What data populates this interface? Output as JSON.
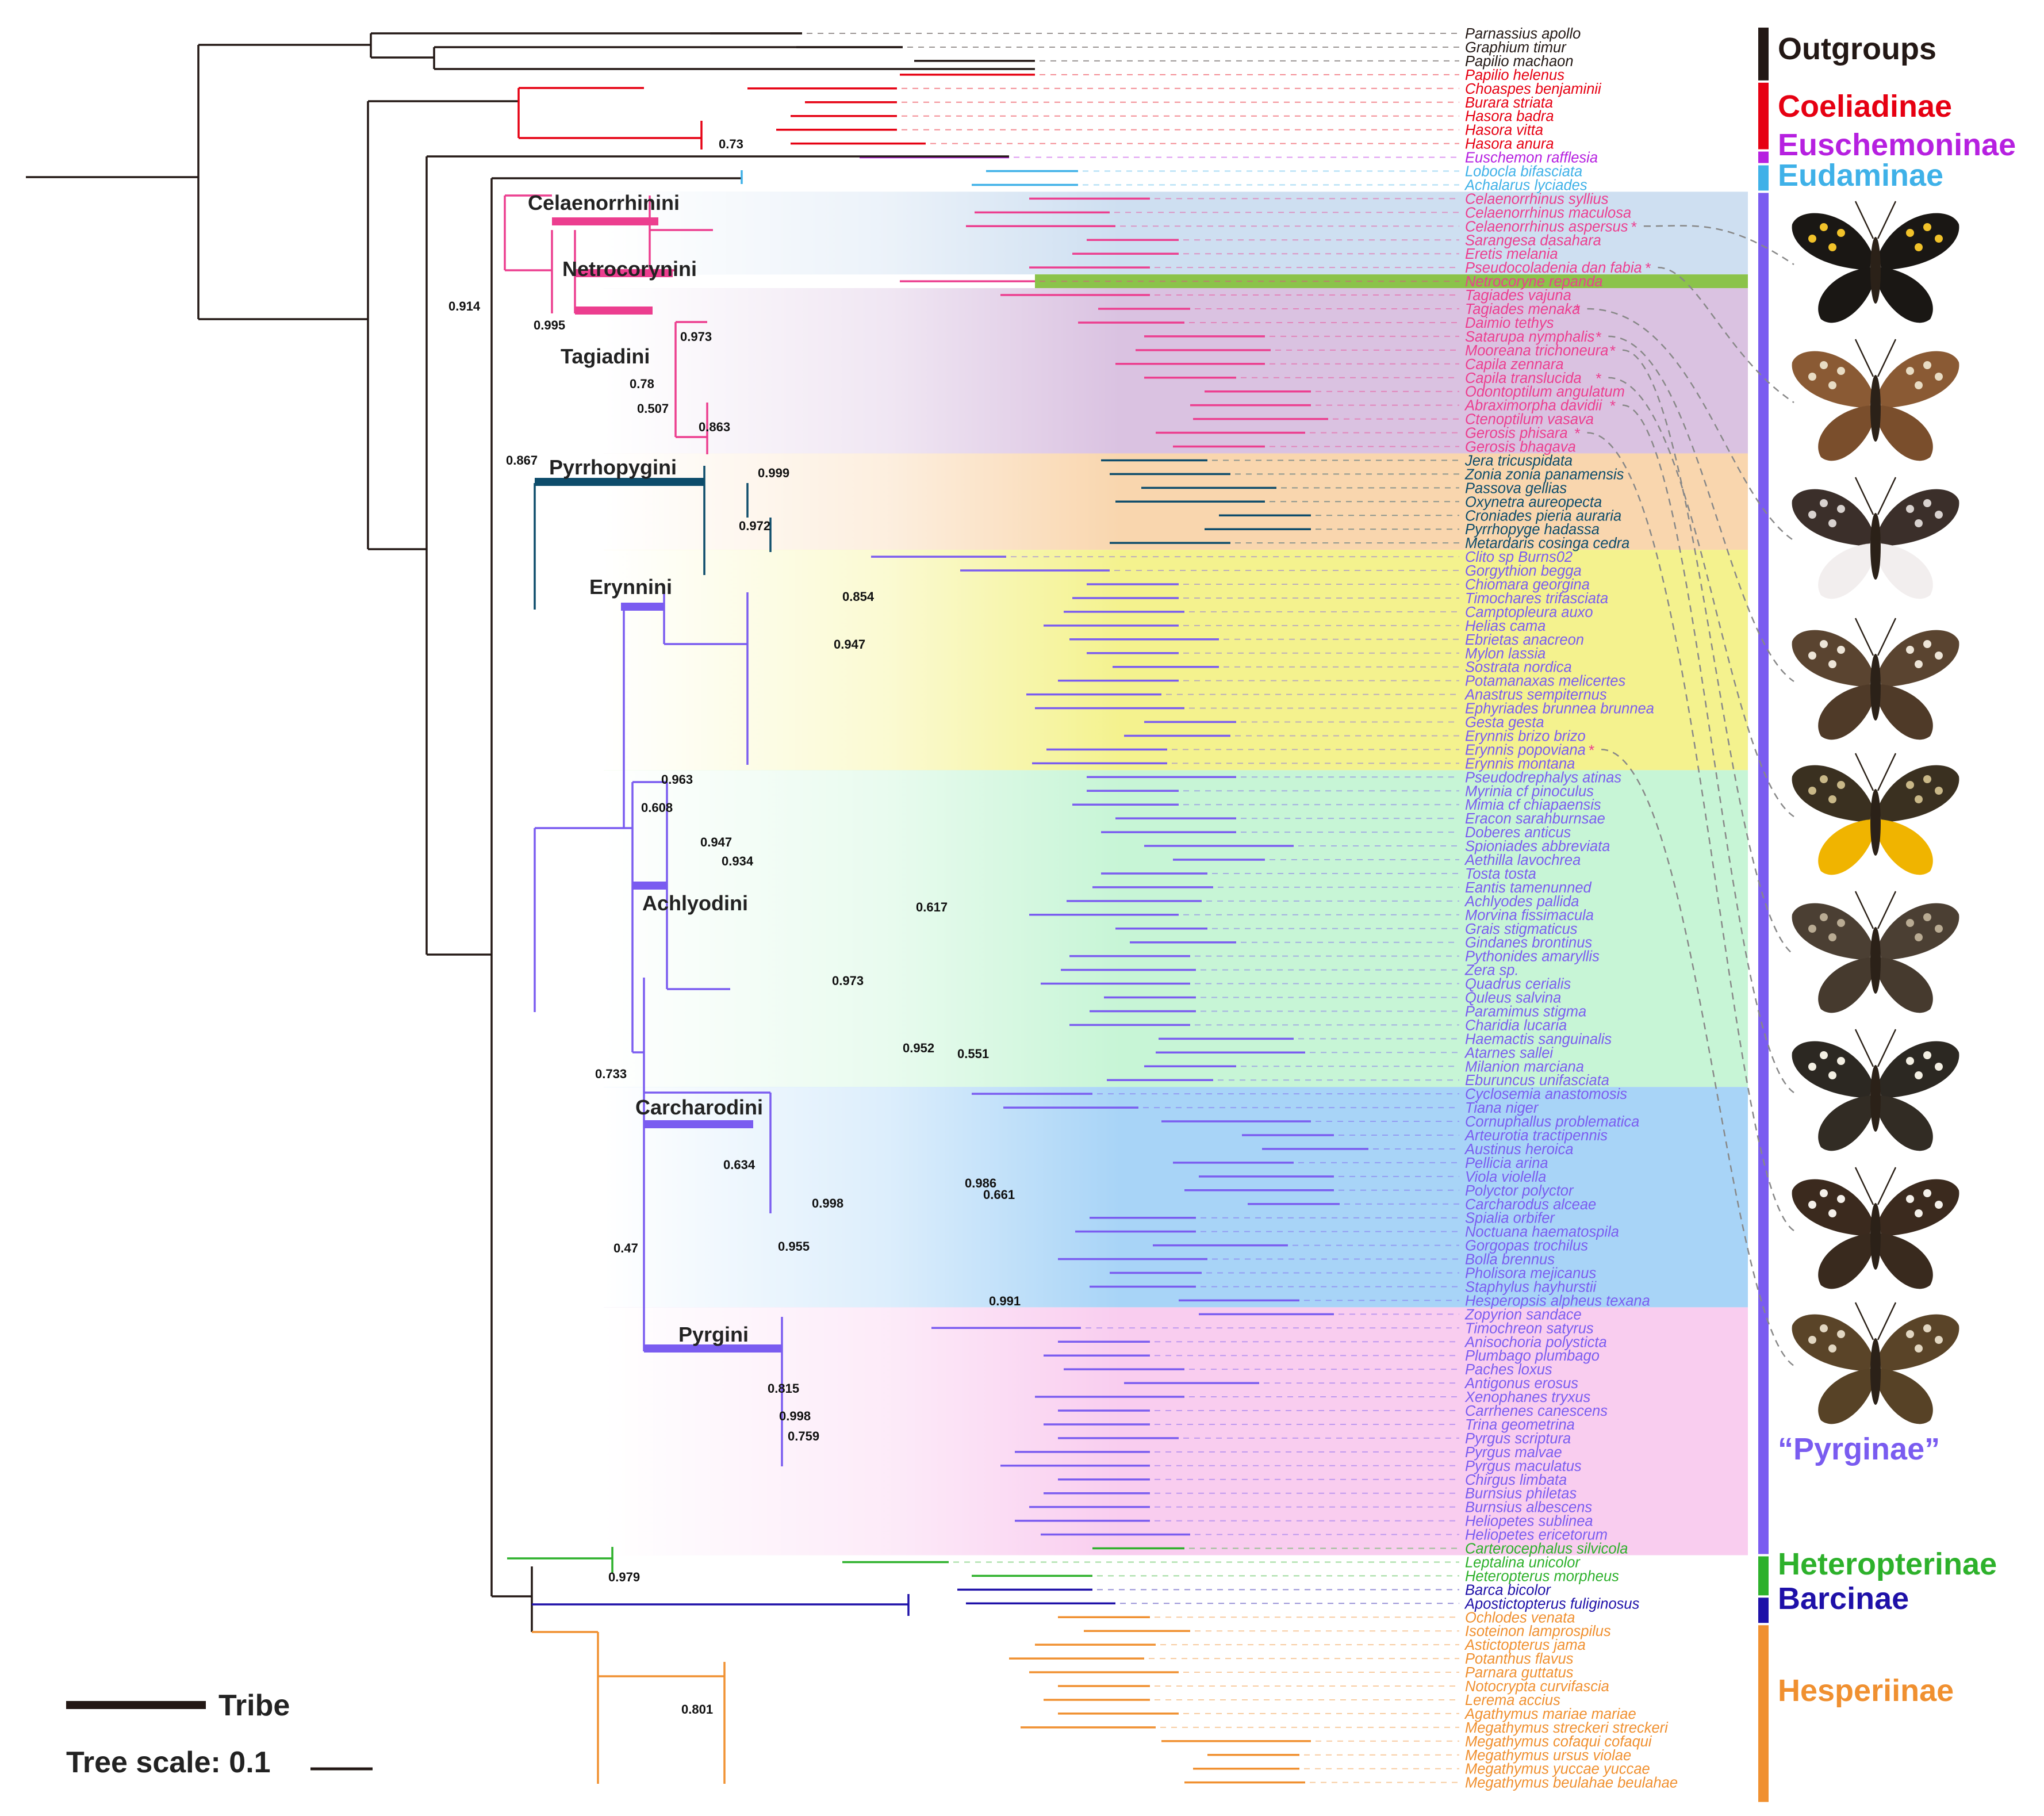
{
  "figure": {
    "legend": {
      "tribe": "Tribe",
      "scale": "Tree scale: 0.1"
    },
    "colors": {
      "outgroup": "#231815",
      "coeliadinae": "#e60012",
      "euschemoninae": "#b620e0",
      "eudaminae": "#3fb1e8",
      "pyrginae_ss": "#ec3e8f",
      "pyrrhopygini": "#0d4c6b",
      "pyrginae": "#7a5cf0",
      "heteropterinae": "#2db12b",
      "barcinae": "#1e10a8",
      "hesperiinae": "#f09030",
      "netrocoryne_band": "#8bc34a"
    },
    "clades": [
      {
        "label": "Outgroups",
        "color": "#231815",
        "from": 0,
        "to": 3
      },
      {
        "label": "Coeliadinae",
        "color": "#e60012",
        "from": 4,
        "to": 8
      },
      {
        "label": "Euschemoninae",
        "color": "#b620e0",
        "from": 9,
        "to": 9
      },
      {
        "label": "Eudaminae",
        "color": "#3fb1e8",
        "from": 10,
        "to": 11
      },
      {
        "label": "“Pyrginae”",
        "color": "#7a5cf0",
        "from": 12,
        "to": 110
      },
      {
        "label": "Heteropterinae",
        "color": "#2db12b",
        "from": 111,
        "to": 113
      },
      {
        "label": "Barcinae",
        "color": "#1e10a8",
        "from": 114,
        "to": 115
      },
      {
        "label": "Hesperiinae",
        "color": "#f09030",
        "from": 116,
        "to": 128
      }
    ],
    "tribes": [
      {
        "name": "Celaenorrhinini",
        "bg": "#c6d9ee",
        "from": 12,
        "to": 17
      },
      {
        "name": "Netrocorynini",
        "bg": "#8bc34a",
        "from": 18,
        "to": 18
      },
      {
        "name": "Tagiadini",
        "bg": "#d4b7dc",
        "from": 19,
        "to": 30
      },
      {
        "name": "Pyrrhopygini",
        "bg": "#f8cfa0",
        "from": 31,
        "to": 37
      },
      {
        "name": "Erynnini",
        "bg": "#f2f07a",
        "from": 38,
        "to": 53
      },
      {
        "name": "Achlyodini",
        "bg": "#bdf3cf",
        "from": 54,
        "to": 76
      },
      {
        "name": "Carcharodini",
        "bg": "#99ccf6",
        "from": 77,
        "to": 92
      },
      {
        "name": "Pyrgini",
        "bg": "#f8c4ec",
        "from": 93,
        "to": 110
      }
    ],
    "taxa": [
      {
        "name": "Parnassius apollo",
        "color": "#231815"
      },
      {
        "name": "Graphium timur",
        "color": "#231815"
      },
      {
        "name": "Papilio machaon",
        "color": "#231815"
      },
      {
        "name": "Papilio helenus",
        "color": "#e60012"
      },
      {
        "name": "Choaspes benjaminii",
        "color": "#e60012"
      },
      {
        "name": "Burara striata",
        "color": "#e60012"
      },
      {
        "name": "Hasora badra",
        "color": "#e60012"
      },
      {
        "name": "Hasora vitta",
        "color": "#e60012"
      },
      {
        "name": "Hasora anura",
        "color": "#e60012"
      },
      {
        "name": "Euschemon rafflesia",
        "color": "#b620e0"
      },
      {
        "name": "Lobocla bifasciata",
        "color": "#3fb1e8"
      },
      {
        "name": "Achalarus lyciades",
        "color": "#3fb1e8"
      },
      {
        "name": "Celaenorrhinus syllius",
        "color": "#ec3e8f"
      },
      {
        "name": "Celaenorrhinus maculosa",
        "color": "#ec3e8f"
      },
      {
        "name": "Celaenorrhinus aspersus",
        "color": "#ec3e8f",
        "star": "*"
      },
      {
        "name": "Sarangesa dasahara",
        "color": "#ec3e8f"
      },
      {
        "name": "Eretis melania",
        "color": "#ec3e8f"
      },
      {
        "name": "Pseudocoladenia dan fabia",
        "color": "#ec3e8f",
        "star": "*"
      },
      {
        "name": "Netrocoryne repanda",
        "color": "#ec3e8f"
      },
      {
        "name": "Tagiades vajuna",
        "color": "#ec3e8f"
      },
      {
        "name": "Tagiades menaka",
        "color": "#ec3e8f",
        "star": "*"
      },
      {
        "name": "Daimio tethys",
        "color": "#ec3e8f"
      },
      {
        "name": "Satarupa nymphalis",
        "color": "#ec3e8f",
        "star": "*"
      },
      {
        "name": "Mooreana trichoneura",
        "color": "#ec3e8f",
        "star": "*"
      },
      {
        "name": "Capila zennara",
        "color": "#ec3e8f"
      },
      {
        "name": "Capila translucida",
        "color": "#ec3e8f",
        "star": "*"
      },
      {
        "name": "Odontoptilum angulatum",
        "color": "#ec3e8f"
      },
      {
        "name": "Abraximorpha davidii",
        "color": "#ec3e8f",
        "star": "*"
      },
      {
        "name": "Ctenoptilum vasava",
        "color": "#ec3e8f"
      },
      {
        "name": "Gerosis phisara",
        "color": "#ec3e8f",
        "star": "*"
      },
      {
        "name": "Gerosis bhagava",
        "color": "#ec3e8f"
      },
      {
        "name": "Jera tricuspidata",
        "color": "#0d4c6b"
      },
      {
        "name": "Zonia zonia panamensis",
        "color": "#0d4c6b"
      },
      {
        "name": "Passova gellias",
        "color": "#0d4c6b"
      },
      {
        "name": "Oxynetra aureopecta",
        "color": "#0d4c6b"
      },
      {
        "name": "Croniades pieria auraria",
        "color": "#0d4c6b"
      },
      {
        "name": "Pyrrhopyge hadassa",
        "color": "#0d4c6b"
      },
      {
        "name": "Metardaris cosinga cedra",
        "color": "#0d4c6b"
      },
      {
        "name": "Clito sp Burns02",
        "color": "#7a5cf0"
      },
      {
        "name": "Gorgythion begga",
        "color": "#7a5cf0"
      },
      {
        "name": "Chiomara georgina",
        "color": "#7a5cf0"
      },
      {
        "name": "Timochares trifasciata",
        "color": "#7a5cf0"
      },
      {
        "name": "Camptopleura auxo",
        "color": "#7a5cf0"
      },
      {
        "name": "Helias cama",
        "color": "#7a5cf0"
      },
      {
        "name": "Ebrietas anacreon",
        "color": "#7a5cf0"
      },
      {
        "name": "Mylon lassia",
        "color": "#7a5cf0"
      },
      {
        "name": "Sostrata nordica",
        "color": "#7a5cf0"
      },
      {
        "name": "Potamanaxas melicertes",
        "color": "#7a5cf0"
      },
      {
        "name": "Anastrus sempiternus",
        "color": "#7a5cf0"
      },
      {
        "name": "Ephyriades brunnea brunnea",
        "color": "#7a5cf0"
      },
      {
        "name": "Gesta gesta",
        "color": "#7a5cf0"
      },
      {
        "name": "Erynnis brizo brizo",
        "color": "#7a5cf0"
      },
      {
        "name": "Erynnis popoviana",
        "color": "#7a5cf0",
        "star": "*"
      },
      {
        "name": "Erynnis montana",
        "color": "#7a5cf0"
      },
      {
        "name": "Pseudodrephalys atinas",
        "color": "#7a5cf0"
      },
      {
        "name": "Myrinia cf pinoculus",
        "color": "#7a5cf0"
      },
      {
        "name": "Mimia cf chiapaensis",
        "color": "#7a5cf0"
      },
      {
        "name": "Eracon sarahburnsae",
        "color": "#7a5cf0"
      },
      {
        "name": "Doberes anticus",
        "color": "#7a5cf0"
      },
      {
        "name": "Spioniades abbreviata",
        "color": "#7a5cf0"
      },
      {
        "name": "Aethilla lavochrea",
        "color": "#7a5cf0"
      },
      {
        "name": "Tosta tosta",
        "color": "#7a5cf0"
      },
      {
        "name": "Eantis tamenunned",
        "color": "#7a5cf0"
      },
      {
        "name": "Achlyodes pallida",
        "color": "#7a5cf0"
      },
      {
        "name": "Morvina fissimacula",
        "color": "#7a5cf0"
      },
      {
        "name": "Grais stigmaticus",
        "color": "#7a5cf0"
      },
      {
        "name": "Gindanes brontinus",
        "color": "#7a5cf0"
      },
      {
        "name": "Pythonides amaryllis",
        "color": "#7a5cf0"
      },
      {
        "name": "Zera sp.",
        "color": "#7a5cf0"
      },
      {
        "name": "Quadrus cerialis",
        "color": "#7a5cf0"
      },
      {
        "name": "Quleus salvina",
        "color": "#7a5cf0"
      },
      {
        "name": "Paramimus stigma",
        "color": "#7a5cf0"
      },
      {
        "name": "Charidia lucaria",
        "color": "#7a5cf0"
      },
      {
        "name": "Haemactis sanguinalis",
        "color": "#7a5cf0"
      },
      {
        "name": "Atarnes sallei",
        "color": "#7a5cf0"
      },
      {
        "name": "Milanion marciana",
        "color": "#7a5cf0"
      },
      {
        "name": "Eburuncus unifasciata",
        "color": "#7a5cf0"
      },
      {
        "name": "Cyclosemia anastomosis",
        "color": "#7a5cf0"
      },
      {
        "name": "Tiana niger",
        "color": "#7a5cf0"
      },
      {
        "name": "Cornuphallus problematica",
        "color": "#7a5cf0"
      },
      {
        "name": "Arteurotia tractipennis",
        "color": "#7a5cf0"
      },
      {
        "name": "Austinus heroica",
        "color": "#7a5cf0"
      },
      {
        "name": "Pellicia arina",
        "color": "#7a5cf0"
      },
      {
        "name": "Viola violella",
        "color": "#7a5cf0"
      },
      {
        "name": "Polyctor polyctor",
        "color": "#7a5cf0"
      },
      {
        "name": "Carcharodus alceae",
        "color": "#7a5cf0"
      },
      {
        "name": "Spialia orbifer",
        "color": "#7a5cf0"
      },
      {
        "name": "Noctuana haematospila",
        "color": "#7a5cf0"
      },
      {
        "name": "Gorgopas trochilus",
        "color": "#7a5cf0"
      },
      {
        "name": "Bolla brennus",
        "color": "#7a5cf0"
      },
      {
        "name": "Pholisora mejicanus",
        "color": "#7a5cf0"
      },
      {
        "name": "Staphylus hayhurstii",
        "color": "#7a5cf0"
      },
      {
        "name": "Hesperopsis alpheus texana",
        "color": "#7a5cf0"
      },
      {
        "name": "Zopyrion sandace",
        "color": "#7a5cf0"
      },
      {
        "name": "Timochreon satyrus",
        "color": "#7a5cf0"
      },
      {
        "name": "Anisochoria polysticta",
        "color": "#7a5cf0"
      },
      {
        "name": "Plumbago plumbago",
        "color": "#7a5cf0"
      },
      {
        "name": "Paches loxus",
        "color": "#7a5cf0"
      },
      {
        "name": "Antigonus erosus",
        "color": "#7a5cf0"
      },
      {
        "name": "Xenophanes tryxus",
        "color": "#7a5cf0"
      },
      {
        "name": "Carrhenes canescens",
        "color": "#7a5cf0"
      },
      {
        "name": "Trina geometrina",
        "color": "#7a5cf0"
      },
      {
        "name": "Pyrgus scriptura",
        "color": "#7a5cf0"
      },
      {
        "name": "Pyrgus malvae",
        "color": "#7a5cf0"
      },
      {
        "name": "Pyrgus maculatus",
        "color": "#7a5cf0"
      },
      {
        "name": "Chirgus limbata",
        "color": "#7a5cf0"
      },
      {
        "name": "Burnsius philetas",
        "color": "#7a5cf0"
      },
      {
        "name": "Burnsius albescens",
        "color": "#7a5cf0"
      },
      {
        "name": "Heliopetes sublinea",
        "color": "#7a5cf0"
      },
      {
        "name": "Heliopetes ericetorum",
        "color": "#7a5cf0"
      },
      {
        "name": "Carterocephalus silvicola",
        "color": "#2db12b"
      },
      {
        "name": "Leptalina unicolor",
        "color": "#2db12b"
      },
      {
        "name": "Heteropterus morpheus",
        "color": "#2db12b"
      },
      {
        "name": "Barca bicolor",
        "color": "#1e10a8"
      },
      {
        "name": "Apostictopterus fuliginosus",
        "color": "#1e10a8"
      },
      {
        "name": "Ochlodes venata",
        "color": "#f09030"
      },
      {
        "name": "Isoteinon lamprospilus",
        "color": "#f09030"
      },
      {
        "name": "Astictopterus jama",
        "color": "#f09030"
      },
      {
        "name": "Potanthus flavus",
        "color": "#f09030"
      },
      {
        "name": "Parnara guttatus",
        "color": "#f09030"
      },
      {
        "name": "Notocrypta curvifascia",
        "color": "#f09030"
      },
      {
        "name": "Lerema accius",
        "color": "#f09030"
      },
      {
        "name": "Agathymus mariae mariae",
        "color": "#f09030"
      },
      {
        "name": "Megathymus streckeri streckeri",
        "color": "#f09030"
      },
      {
        "name": "Megathymus cofaqui cofaqui",
        "color": "#f09030"
      },
      {
        "name": "Megathymus ursus violae",
        "color": "#f09030"
      },
      {
        "name": "Megathymus yuccae yuccae",
        "color": "#f09030"
      },
      {
        "name": "Megathymus beulahae beulahae",
        "color": "#f09030"
      }
    ],
    "support_values": [
      {
        "value": "0.73",
        "near_taxon": 8
      },
      {
        "value": "0.914",
        "near_taxon": 20
      },
      {
        "value": "0.995",
        "near_taxon": 22
      },
      {
        "value": "0.973",
        "near_taxon": 23
      },
      {
        "value": "0.78",
        "near_taxon": 26
      },
      {
        "value": "0.507",
        "near_taxon": 28
      },
      {
        "value": "0.863",
        "near_taxon": 29
      },
      {
        "value": "0.867",
        "near_taxon": 32
      },
      {
        "value": "0.999",
        "near_taxon": 33
      },
      {
        "value": "0.972",
        "near_taxon": 36
      },
      {
        "value": "0.854",
        "near_taxon": 42
      },
      {
        "value": "0.947",
        "near_taxon": 45
      },
      {
        "value": "0.963",
        "near_taxon": 54
      },
      {
        "value": "0.608",
        "near_taxon": 56
      },
      {
        "value": "0.947",
        "near_taxon": 59
      },
      {
        "value": "0.934",
        "near_taxon": 60
      },
      {
        "value": "0.617",
        "near_taxon": 63
      },
      {
        "value": "0.973",
        "near_taxon": 68
      },
      {
        "value": "0.952",
        "near_taxon": 73
      },
      {
        "value": "0.551",
        "near_taxon": 74
      },
      {
        "value": "0.733",
        "near_taxon": 75
      },
      {
        "value": "0.634",
        "near_taxon": 81
      },
      {
        "value": "0.986",
        "near_taxon": 84
      },
      {
        "value": "0.661",
        "near_taxon": 85
      },
      {
        "value": "0.998",
        "near_taxon": 86
      },
      {
        "value": "0.955",
        "near_taxon": 89
      },
      {
        "value": "0.47",
        "near_taxon": 89
      },
      {
        "value": "0.991",
        "near_taxon": 93
      },
      {
        "value": "0.815",
        "near_taxon": 98
      },
      {
        "value": "0.998",
        "near_taxon": 101
      },
      {
        "value": "0.759",
        "near_taxon": 102
      },
      {
        "value": "0.979",
        "near_taxon": 113
      },
      {
        "value": "0.801",
        "near_taxon": 123
      }
    ],
    "specimen_photos": [
      {
        "taxon": "Celaenorrhinus aspersus",
        "wing": "#1a1714",
        "spot": "#f1c22a",
        "hind": "#1a1714"
      },
      {
        "taxon": "Pseudocoladenia dan fabia",
        "wing": "#8a5a34",
        "spot": "#e8dcc4",
        "hind": "#7a4e2c"
      },
      {
        "taxon": "Tagiades menaka",
        "wing": "#3b2f2a",
        "spot": "#d8d2cf",
        "hind": "#f2eeee"
      },
      {
        "taxon": "Satarupa nymphalis",
        "wing": "#5a4430",
        "spot": "#ede5d8",
        "hind": "#4f3a28"
      },
      {
        "taxon": "Capila translucida",
        "wing": "#3a3020",
        "spot": "#c9b888",
        "hind": "#f0b400"
      },
      {
        "taxon": "Mooreana trichoneura",
        "wing": "#4b3f33",
        "spot": "#b9ab93",
        "hind": "#463a2e"
      },
      {
        "taxon": "Abraximorpha davidii",
        "wing": "#2c2822",
        "spot": "#f3efe3",
        "hind": "#322c24"
      },
      {
        "taxon": "Gerosis phisara",
        "wing": "#3b2a1e",
        "spot": "#f4f0ea",
        "hind": "#392a1e"
      },
      {
        "taxon": "Erynnis popoviana",
        "wing": "#5a4428",
        "spot": "#e2d7c2",
        "hind": "#574226"
      }
    ]
  }
}
